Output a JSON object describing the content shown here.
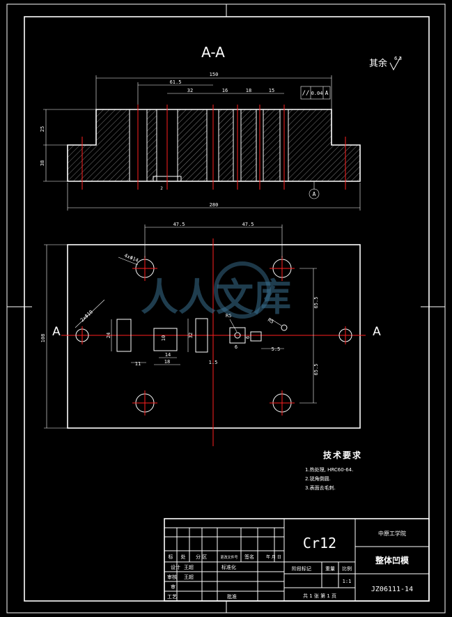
{
  "section": {
    "title": "A-A",
    "roughness": "其余",
    "roughness_value": "6.3",
    "dim_total_top": "150",
    "dim_615": "61.5",
    "dim_32": "32",
    "dim_16": "16",
    "dim_18": "18",
    "dim_15": "15",
    "dim_bottom": "280",
    "dim_25": "25",
    "dim_38": "38",
    "dim_2": "2",
    "tolerance": "0.04",
    "datum": "A"
  },
  "plan": {
    "dim_left": "47.5",
    "dim_right": "47.5",
    "hole1": "4xΦ14",
    "hole2": "2xΦ10",
    "dim_24": "24",
    "dim_11": "11",
    "dim_10": "10",
    "dim_14": "14",
    "dim_18": "18",
    "dim_32": "32",
    "dim_15": "1.5",
    "dim_rad": "R5",
    "dim_6a": "6",
    "dim_6b": "6",
    "dim_55": "5.5",
    "dim_r1": "65.5",
    "dim_r2": "65.5",
    "dim_side": "108",
    "section_mark": "A"
  },
  "tech": {
    "title": "技术要求",
    "items": [
      "1.热处理, HRC60-64.",
      "2.锐角倒圆.",
      "3.表面去毛刺."
    ]
  },
  "titleblock": {
    "material": "Cr12",
    "school": "中原工学院",
    "part_name": "整体凹模",
    "drawing_no": "JZ06111-14",
    "scale": "1:1",
    "stage_label": "阶段标记",
    "weight_label": "重量",
    "scale_label": "比例",
    "sheets": "共 1 张   第 1 页",
    "row_labels": [
      "标",
      "处",
      "分 区",
      "更改文件号",
      "签名",
      "年 月 日"
    ],
    "design": "设计",
    "designer": "王超",
    "std": "标准化",
    "check": "审核",
    "checker": "王超",
    "craft": "工艺",
    "approve": "批准",
    "review": "审"
  },
  "watermark": "人人文库"
}
